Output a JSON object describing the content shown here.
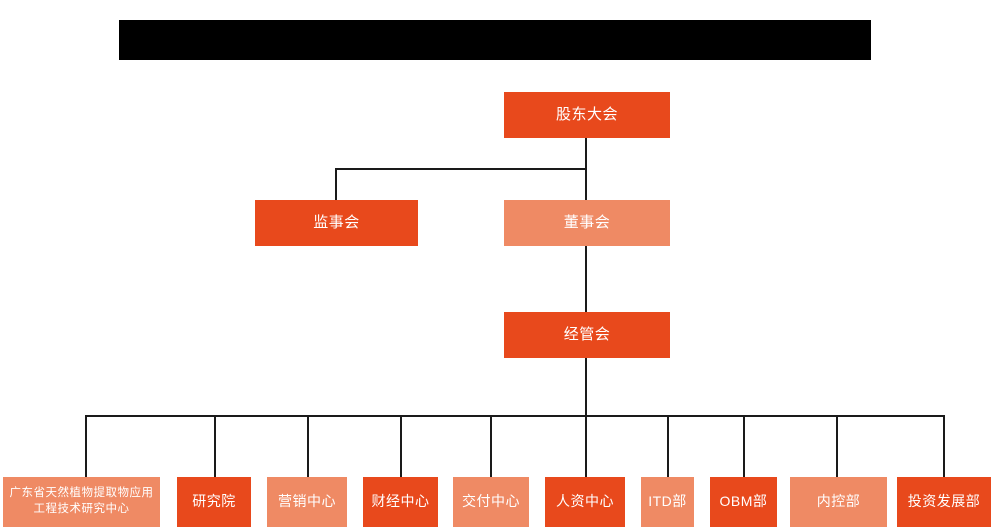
{
  "diagram": {
    "kind": "organization-chart",
    "title_banner": {
      "label": "",
      "state": "redacted-black-bar"
    },
    "colors": {
      "accent_dark": "#e8491c",
      "accent_light": "#ef8a64",
      "connector": "#1a1a1a",
      "background": "#ffffff",
      "banner": "#000000",
      "text": "#ffffff"
    },
    "levels": [
      {
        "level": 1,
        "nodes": [
          {
            "id": "shareholders",
            "label": "股东大会",
            "tone": "dark"
          }
        ]
      },
      {
        "level": 2,
        "nodes": [
          {
            "id": "supervisors",
            "label": "监事会",
            "tone": "dark"
          },
          {
            "id": "directors",
            "label": "董事会",
            "tone": "light"
          }
        ]
      },
      {
        "level": 3,
        "nodes": [
          {
            "id": "management",
            "label": "经管会",
            "tone": "dark"
          }
        ]
      },
      {
        "level": 4,
        "nodes": [
          {
            "id": "research-center",
            "label": "广东省天然植物提取物应用工程技术研究中心",
            "tone": "light"
          },
          {
            "id": "institute",
            "label": "研究院",
            "tone": "dark"
          },
          {
            "id": "marketing",
            "label": "营销中心",
            "tone": "light"
          },
          {
            "id": "finance",
            "label": "财经中心",
            "tone": "dark"
          },
          {
            "id": "delivery",
            "label": "交付中心",
            "tone": "light"
          },
          {
            "id": "hr",
            "label": "人资中心",
            "tone": "dark"
          },
          {
            "id": "itd",
            "label": "ITD部",
            "tone": "light"
          },
          {
            "id": "obm",
            "label": "OBM部",
            "tone": "dark"
          },
          {
            "id": "internal-control",
            "label": "内控部",
            "tone": "light"
          },
          {
            "id": "investment",
            "label": "投资发展部",
            "tone": "dark"
          }
        ]
      }
    ]
  }
}
